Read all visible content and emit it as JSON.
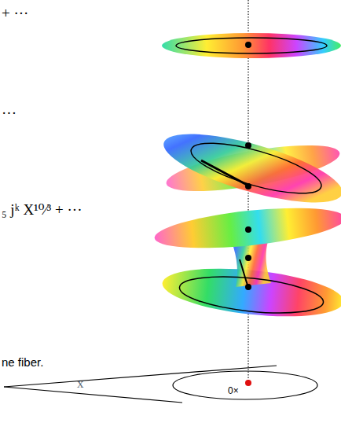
{
  "diagram": {
    "labels": [
      "+ ···",
      "···",
      "₅ jᵏ X¹⁰⁄³ + ···",
      "ne fiber.",
      "x",
      "0×"
    ]
  }
}
